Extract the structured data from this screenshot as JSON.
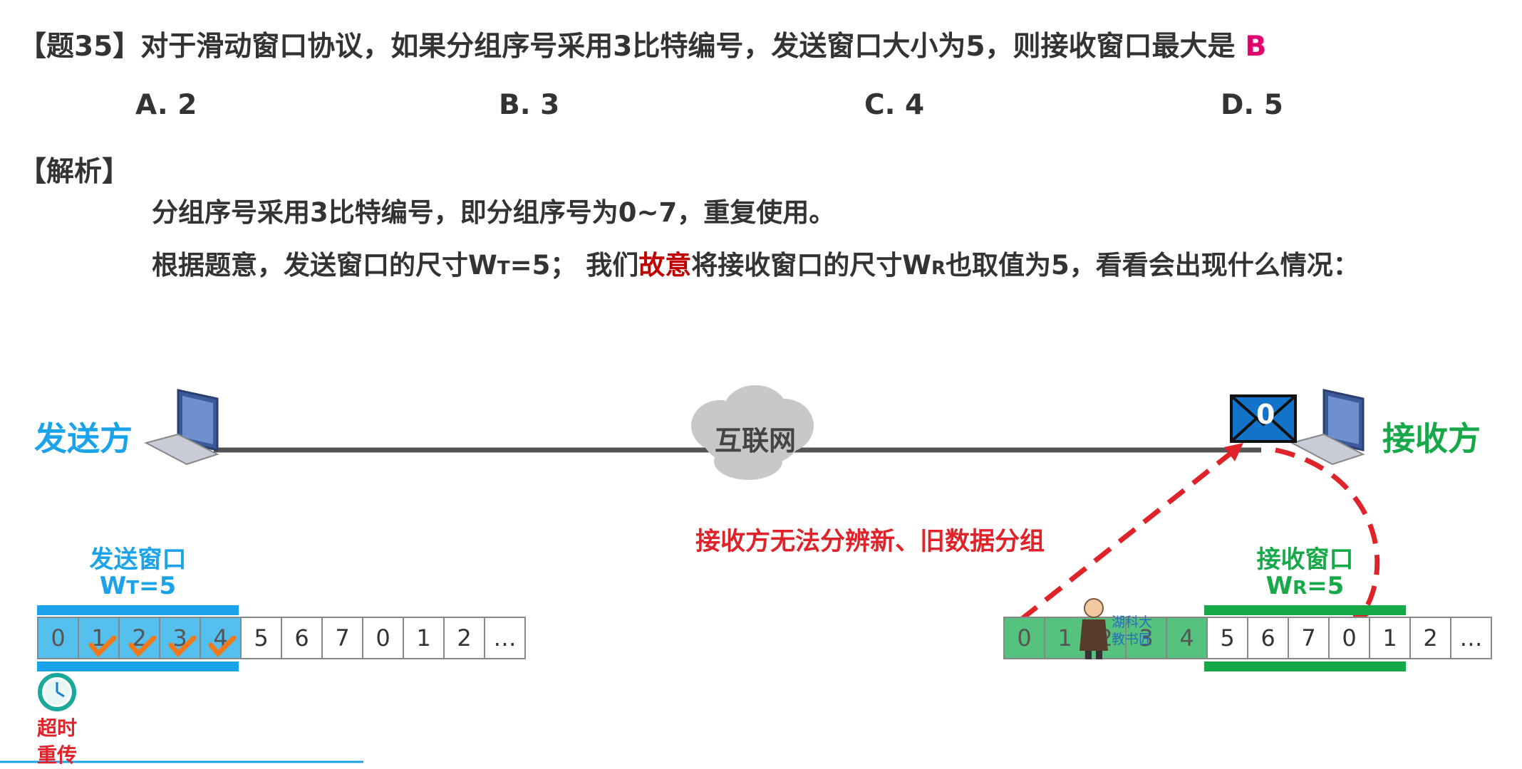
{
  "question": {
    "text": "【题35】对于滑动窗口协议，如果分组序号采用3比特编号，发送窗口大小为5，则接收窗口最大是",
    "answer": "B"
  },
  "options": [
    "A. 2",
    "B. 3",
    "C. 4",
    "D. 5"
  ],
  "analysis": {
    "heading": "【解析】",
    "line1": "分组序号采用3比特编号，即分组序号为0~7，重复使用。",
    "line2_a": "根据题意，发送窗口的尺寸W",
    "line2_sub1": "T",
    "line2_b": "=5；  我们",
    "line2_red": "故意",
    "line2_c": "将接收窗口的尺寸W",
    "line2_sub2": "R",
    "line2_d": "也取值为5，看看会出现什么情况："
  },
  "diagram": {
    "sender_label": "发送方",
    "receiver_label": "接收方",
    "cloud_label": "互联网",
    "envelope_number": "0",
    "send_window": {
      "title": "发送窗口",
      "w_prefix": "W",
      "w_sub": "T",
      "w_suffix": "=5"
    },
    "recv_window": {
      "title": "接收窗口",
      "w_prefix": "W",
      "w_sub": "R",
      "w_suffix": "=5"
    },
    "send_sequence": [
      "0",
      "1",
      "2",
      "3",
      "4",
      "5",
      "6",
      "7",
      "0",
      "1",
      "2",
      "…"
    ],
    "recv_sequence": [
      "0",
      "1",
      "2",
      "3",
      "4",
      "5",
      "6",
      "7",
      "0",
      "1",
      "2",
      "…"
    ],
    "note": "接收方无法分辨新、旧数据分组",
    "timeout_line1": "超时",
    "timeout_line2": "重传",
    "watermark": "湖科大教书匠",
    "colors": {
      "sender": "#1aa3e8",
      "receiver": "#17a84a",
      "alert": "#e0232b",
      "answer": "#e0006c"
    }
  }
}
